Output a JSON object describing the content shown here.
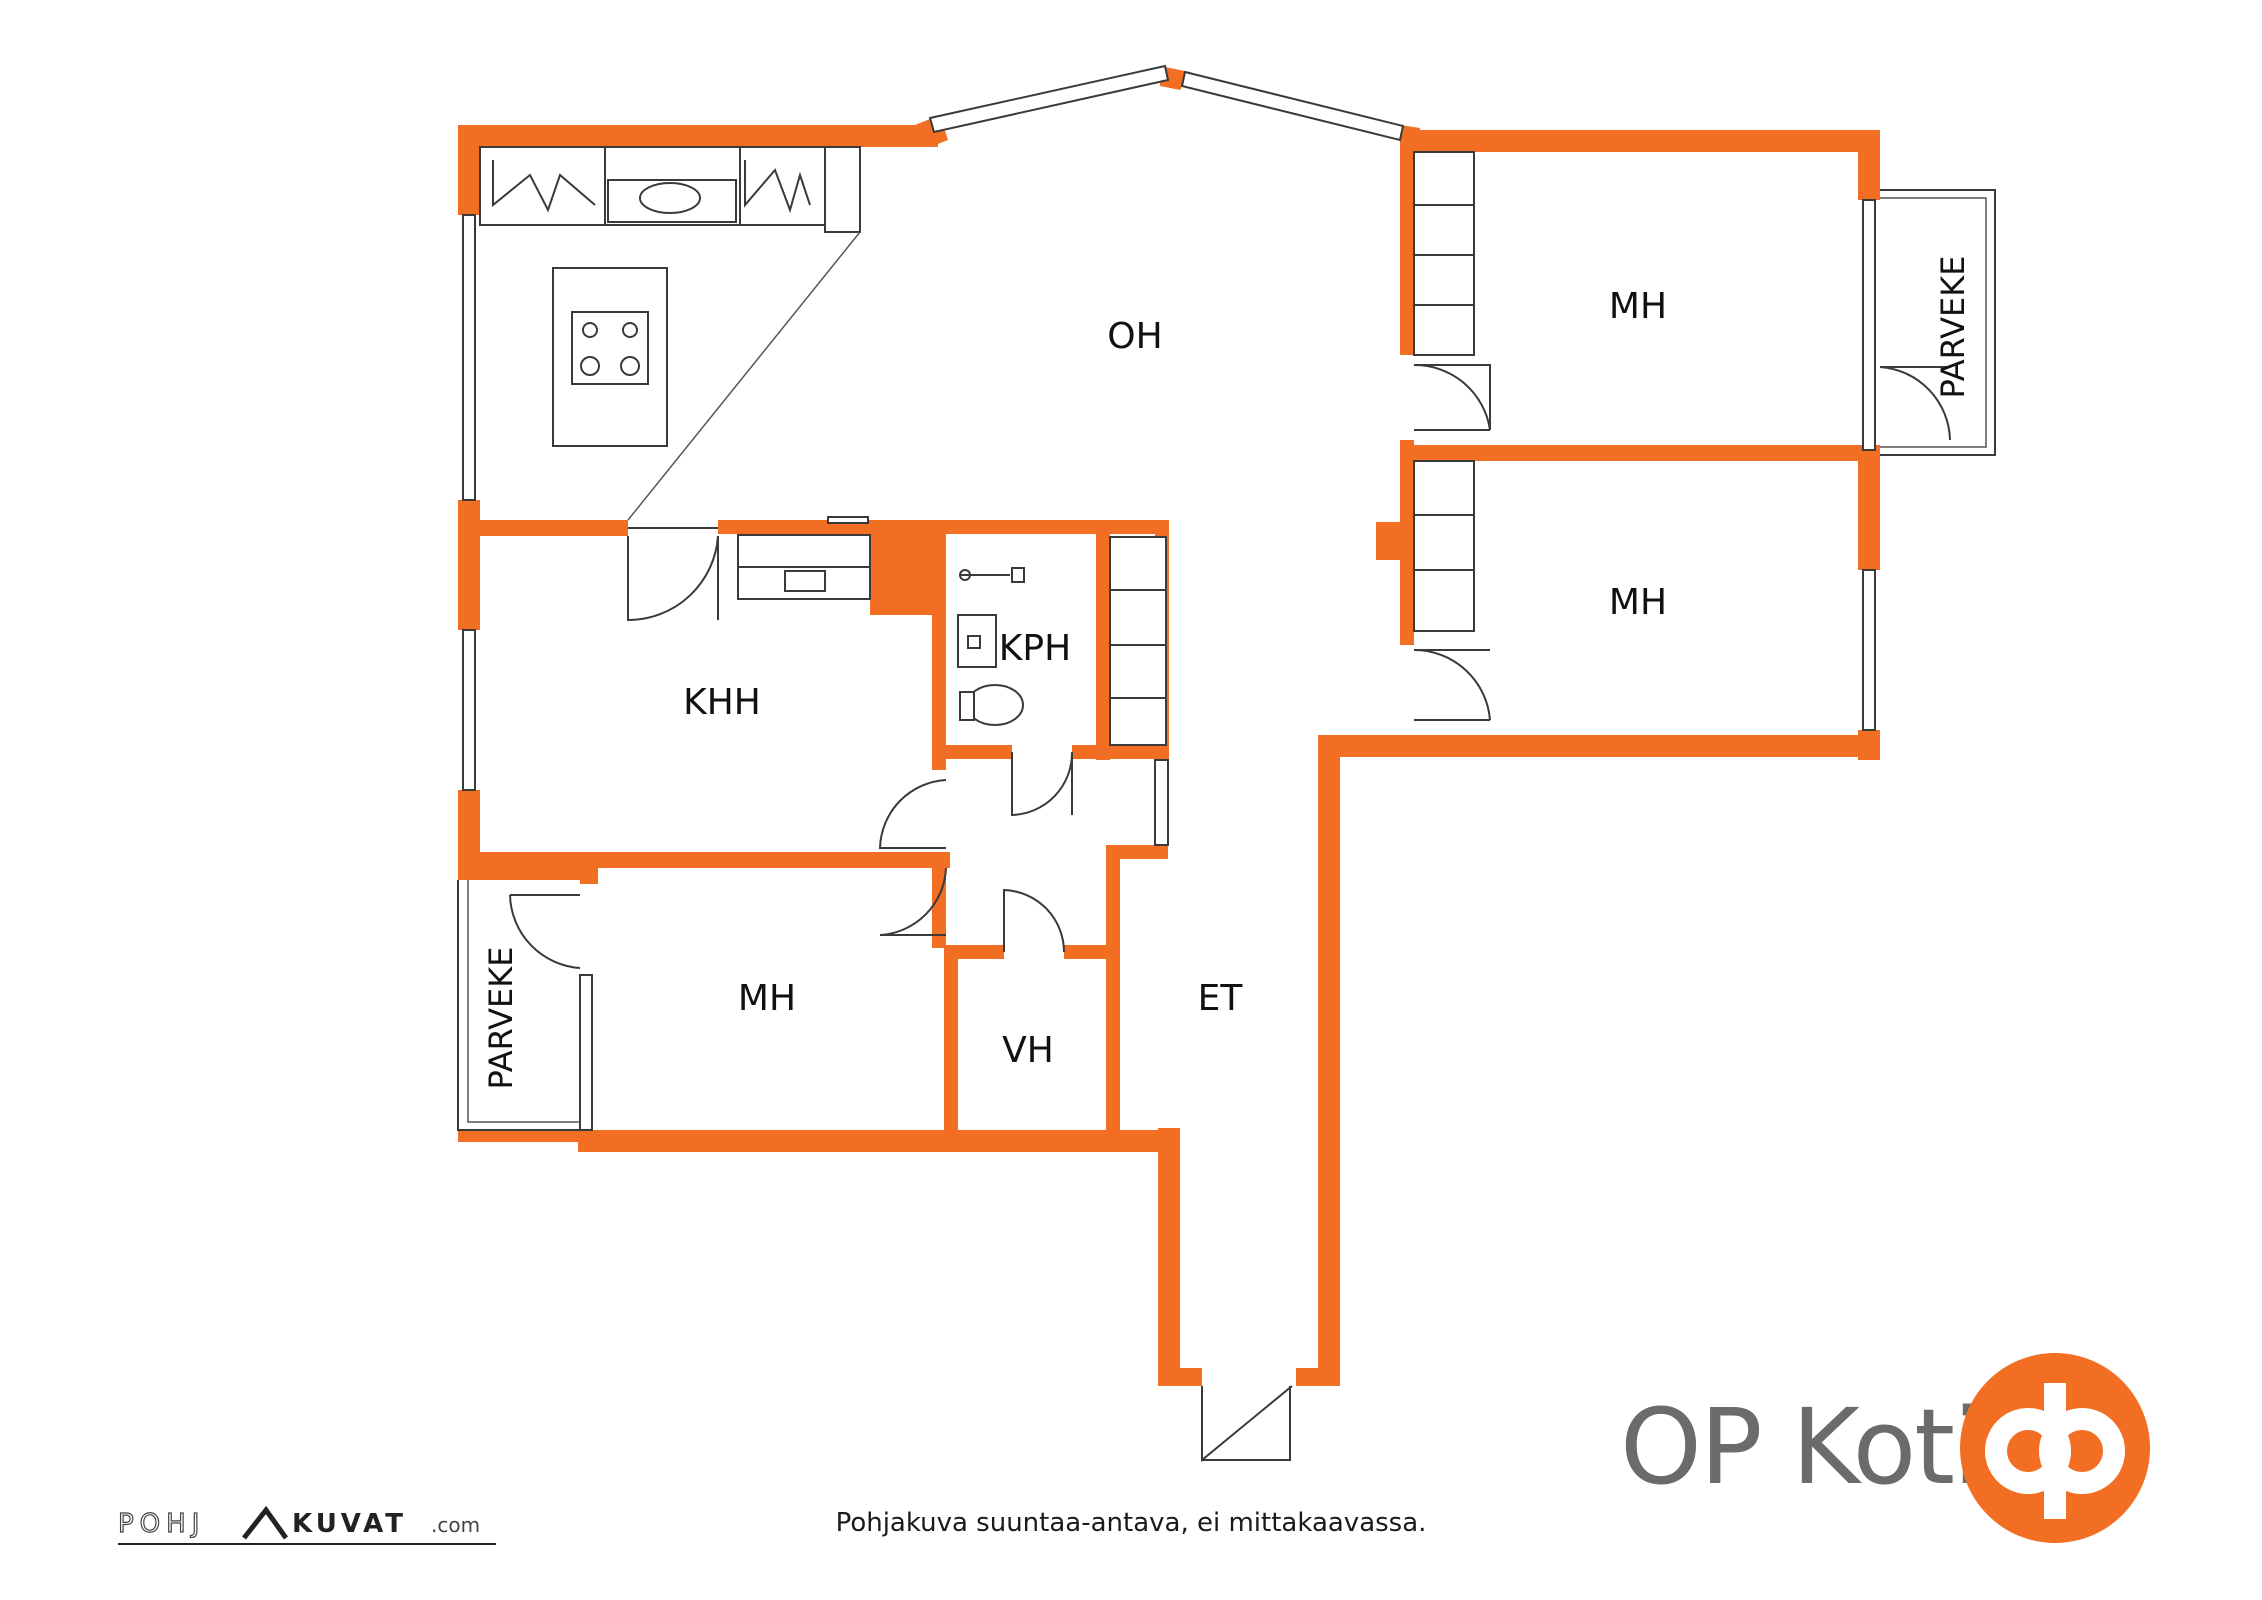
{
  "rooms": {
    "oh": "OH",
    "mh_top": "MH",
    "mh_middle": "MH",
    "mh_left": "MH",
    "khh": "KHH",
    "kph": "KPH",
    "vh": "VH",
    "et": "ET",
    "parveke_right": "PARVEKE",
    "parveke_left": "PARVEKE"
  },
  "brand": {
    "name": "OP Koti"
  },
  "footer": {
    "disclaimer": "Pohjakuva suuntaa-antava, ei mittakaavassa.",
    "pohjakuvat_logo": "POHJAKUVAT.com"
  },
  "colors": {
    "wall": "#F26E22",
    "line": "#3a3a3a",
    "text": "#111111",
    "brand_text": "#6b6b6b"
  }
}
